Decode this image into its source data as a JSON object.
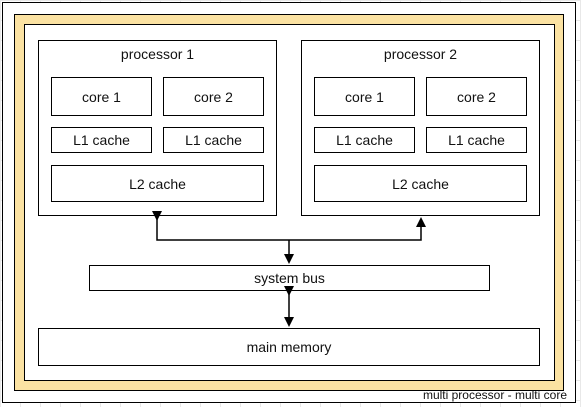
{
  "diagram": {
    "caption": "multi processor - multi core",
    "processors": [
      {
        "title": "processor 1",
        "cores": [
          "core 1",
          "core 2"
        ],
        "l1": [
          "L1 cache",
          "L1 cache"
        ],
        "l2": "L2 cache"
      },
      {
        "title": "processor 2",
        "cores": [
          "core 1",
          "core 2"
        ],
        "l1": [
          "L1 cache",
          "L1 cache"
        ],
        "l2": "L2 cache"
      }
    ],
    "system_bus": "system bus",
    "main_memory": "main memory"
  }
}
